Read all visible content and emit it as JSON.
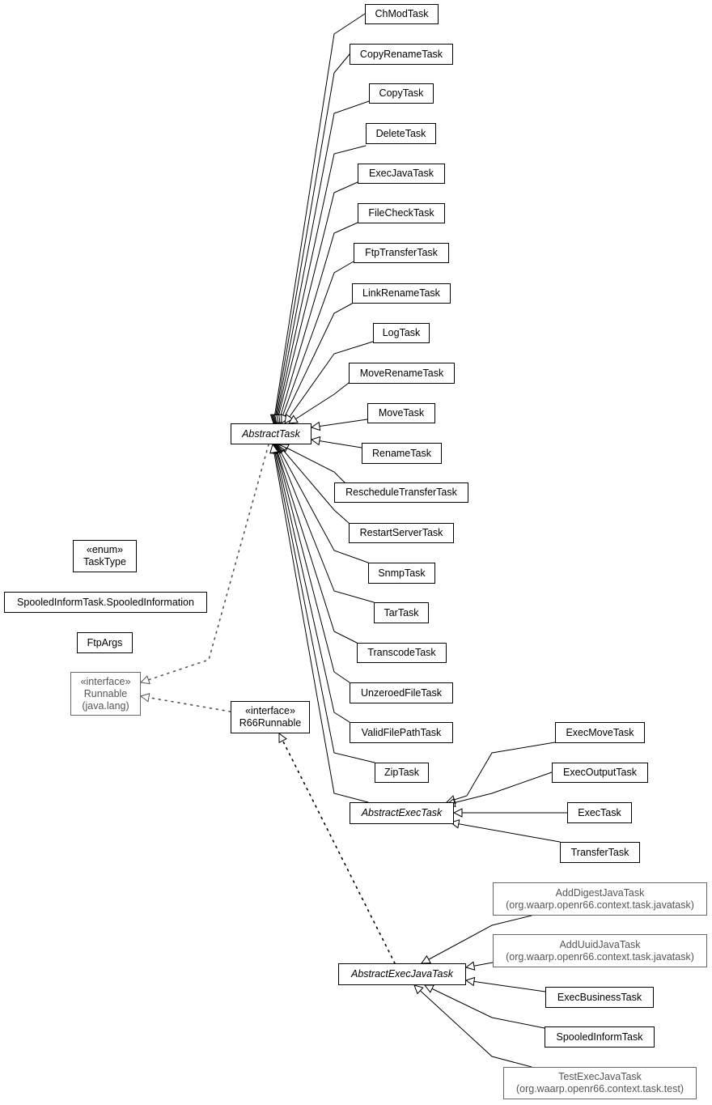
{
  "diagram": {
    "nodes": [
      {
        "id": "chmod",
        "lines": [
          "ChModTask"
        ]
      },
      {
        "id": "copyrename",
        "lines": [
          "CopyRenameTask"
        ]
      },
      {
        "id": "copy",
        "lines": [
          "CopyTask"
        ]
      },
      {
        "id": "delete",
        "lines": [
          "DeleteTask"
        ]
      },
      {
        "id": "execjava",
        "lines": [
          "ExecJavaTask"
        ]
      },
      {
        "id": "filecheck",
        "lines": [
          "FileCheckTask"
        ]
      },
      {
        "id": "ftptransfer",
        "lines": [
          "FtpTransferTask"
        ]
      },
      {
        "id": "linkrename",
        "lines": [
          "LinkRenameTask"
        ]
      },
      {
        "id": "log",
        "lines": [
          "LogTask"
        ]
      },
      {
        "id": "moverename",
        "lines": [
          "MoveRenameTask"
        ]
      },
      {
        "id": "move",
        "lines": [
          "MoveTask"
        ]
      },
      {
        "id": "abstracttask",
        "lines": [
          "AbstractTask"
        ],
        "abstract": true
      },
      {
        "id": "rename",
        "lines": [
          "RenameTask"
        ]
      },
      {
        "id": "reschedule",
        "lines": [
          "RescheduleTransferTask"
        ]
      },
      {
        "id": "restartserver",
        "lines": [
          "RestartServerTask"
        ]
      },
      {
        "id": "snmp",
        "lines": [
          "SnmpTask"
        ]
      },
      {
        "id": "tar",
        "lines": [
          "TarTask"
        ]
      },
      {
        "id": "transcode",
        "lines": [
          "TranscodeTask"
        ]
      },
      {
        "id": "unzeroed",
        "lines": [
          "UnzeroedFileTask"
        ]
      },
      {
        "id": "validfilepath",
        "lines": [
          "ValidFilePathTask"
        ]
      },
      {
        "id": "zip",
        "lines": [
          "ZipTask"
        ]
      },
      {
        "id": "tasktype",
        "lines": [
          "«enum»",
          "TaskType"
        ]
      },
      {
        "id": "spooledinfo",
        "lines": [
          "SpooledInformTask.SpooledInformation"
        ]
      },
      {
        "id": "ftpargs",
        "lines": [
          "FtpArgs"
        ]
      },
      {
        "id": "runnable",
        "lines": [
          "«interface»",
          "Runnable",
          "(java.lang)"
        ],
        "external": true
      },
      {
        "id": "r66runnable",
        "lines": [
          "«interface»",
          "R66Runnable"
        ]
      },
      {
        "id": "execmove",
        "lines": [
          "ExecMoveTask"
        ]
      },
      {
        "id": "execoutput",
        "lines": [
          "ExecOutputTask"
        ]
      },
      {
        "id": "abstractexec",
        "lines": [
          "AbstractExecTask"
        ],
        "abstract": true
      },
      {
        "id": "exec",
        "lines": [
          "ExecTask"
        ]
      },
      {
        "id": "transfer",
        "lines": [
          "TransferTask"
        ]
      },
      {
        "id": "adddigest",
        "lines": [
          "AddDigestJavaTask",
          "(org.waarp.openr66.context.task.javatask)"
        ],
        "external": true
      },
      {
        "id": "adduuid",
        "lines": [
          "AddUuidJavaTask",
          "(org.waarp.openr66.context.task.javatask)"
        ],
        "external": true
      },
      {
        "id": "abstractexecjava",
        "lines": [
          "AbstractExecJavaTask"
        ],
        "abstract": true
      },
      {
        "id": "execbusiness",
        "lines": [
          "ExecBusinessTask"
        ]
      },
      {
        "id": "spooledinform",
        "lines": [
          "SpooledInformTask"
        ]
      },
      {
        "id": "testexecjava",
        "lines": [
          "TestExecJavaTask",
          "(org.waarp.openr66.context.task.test)"
        ],
        "external": true
      }
    ],
    "edges": [
      {
        "from": "chmod",
        "to": "abstracttask",
        "kind": "extends"
      },
      {
        "from": "copyrename",
        "to": "abstracttask",
        "kind": "extends"
      },
      {
        "from": "copy",
        "to": "abstracttask",
        "kind": "extends"
      },
      {
        "from": "delete",
        "to": "abstracttask",
        "kind": "extends"
      },
      {
        "from": "execjava",
        "to": "abstracttask",
        "kind": "extends"
      },
      {
        "from": "filecheck",
        "to": "abstracttask",
        "kind": "extends"
      },
      {
        "from": "ftptransfer",
        "to": "abstracttask",
        "kind": "extends"
      },
      {
        "from": "linkrename",
        "to": "abstracttask",
        "kind": "extends"
      },
      {
        "from": "log",
        "to": "abstracttask",
        "kind": "extends"
      },
      {
        "from": "moverename",
        "to": "abstracttask",
        "kind": "extends"
      },
      {
        "from": "move",
        "to": "abstracttask",
        "kind": "extends"
      },
      {
        "from": "rename",
        "to": "abstracttask",
        "kind": "extends"
      },
      {
        "from": "reschedule",
        "to": "abstracttask",
        "kind": "extends"
      },
      {
        "from": "restartserver",
        "to": "abstracttask",
        "kind": "extends"
      },
      {
        "from": "snmp",
        "to": "abstracttask",
        "kind": "extends"
      },
      {
        "from": "tar",
        "to": "abstracttask",
        "kind": "extends"
      },
      {
        "from": "transcode",
        "to": "abstracttask",
        "kind": "extends"
      },
      {
        "from": "unzeroed",
        "to": "abstracttask",
        "kind": "extends"
      },
      {
        "from": "validfilepath",
        "to": "abstracttask",
        "kind": "extends"
      },
      {
        "from": "zip",
        "to": "abstracttask",
        "kind": "extends"
      },
      {
        "from": "abstractexec",
        "to": "abstracttask",
        "kind": "extends"
      },
      {
        "from": "abstracttask",
        "to": "runnable",
        "kind": "implements"
      },
      {
        "from": "r66runnable",
        "to": "runnable",
        "kind": "implements"
      },
      {
        "from": "execmove",
        "to": "abstractexec",
        "kind": "extends"
      },
      {
        "from": "execoutput",
        "to": "abstractexec",
        "kind": "extends"
      },
      {
        "from": "exec",
        "to": "abstractexec",
        "kind": "extends"
      },
      {
        "from": "transfer",
        "to": "abstractexec",
        "kind": "extends"
      },
      {
        "from": "abstractexecjava",
        "to": "r66runnable",
        "kind": "implements"
      },
      {
        "from": "adddigest",
        "to": "abstractexecjava",
        "kind": "extends"
      },
      {
        "from": "adduuid",
        "to": "abstractexecjava",
        "kind": "extends"
      },
      {
        "from": "execbusiness",
        "to": "abstractexecjava",
        "kind": "extends"
      },
      {
        "from": "spooledinform",
        "to": "abstractexecjava",
        "kind": "extends"
      },
      {
        "from": "testexecjava",
        "to": "abstractexecjava",
        "kind": "extends"
      }
    ]
  }
}
